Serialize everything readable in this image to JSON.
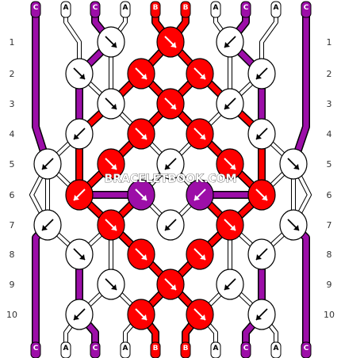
{
  "colors": {
    "A": "#ffffff",
    "B": "#ff0000",
    "C": "#9c0ea8"
  },
  "top_strings": [
    "C",
    "A",
    "C",
    "A",
    "B",
    "B",
    "A",
    "C",
    "A",
    "C"
  ],
  "bottom_strings": [
    "C",
    "A",
    "C",
    "A",
    "B",
    "B",
    "A",
    "C",
    "A",
    "C"
  ],
  "row_numbers": [
    "1",
    "2",
    "3",
    "4",
    "5",
    "6",
    "7",
    "8",
    "9",
    "10"
  ],
  "watermark": "BRACELETBOOK.COM",
  "knots": [
    [
      [
        "A",
        "se"
      ],
      [
        "B",
        "se"
      ],
      [
        "A",
        "sw"
      ]
    ],
    [
      [
        "A",
        "se"
      ],
      [
        "B",
        "se"
      ],
      [
        "B",
        "se"
      ],
      [
        "A",
        "sw"
      ]
    ],
    [
      [
        "A",
        "se"
      ],
      [
        "B",
        "se"
      ],
      [
        "A",
        "sw"
      ]
    ],
    [
      [
        "A",
        "sw"
      ],
      [
        "B",
        "se"
      ],
      [
        "B",
        "se"
      ],
      [
        "A",
        "sw"
      ]
    ],
    [
      [
        "A",
        "sw"
      ],
      [
        "B",
        "se"
      ],
      [
        "A",
        "sw"
      ],
      [
        "B",
        "se"
      ],
      [
        "A",
        "se"
      ]
    ],
    [
      [
        "B",
        "sw"
      ],
      [
        "C",
        "se"
      ],
      [
        "C",
        "sw"
      ],
      [
        "B",
        "se"
      ]
    ],
    [
      [
        "A",
        "sw"
      ],
      [
        "B",
        "se"
      ],
      [
        "A",
        "sw"
      ],
      [
        "B",
        "se"
      ],
      [
        "A",
        "se"
      ]
    ],
    [
      [
        "A",
        "se"
      ],
      [
        "B",
        "se"
      ],
      [
        "B",
        "se"
      ],
      [
        "A",
        "sw"
      ]
    ],
    [
      [
        "A",
        "se"
      ],
      [
        "B",
        "se"
      ],
      [
        "A",
        "sw"
      ]
    ],
    [
      [
        "A",
        "sw"
      ],
      [
        "B",
        "se"
      ],
      [
        "B",
        "se"
      ],
      [
        "A",
        "sw"
      ]
    ]
  ]
}
